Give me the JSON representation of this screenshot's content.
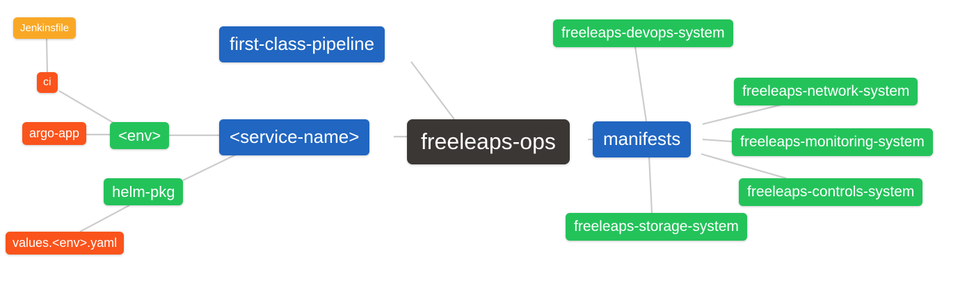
{
  "diagram": {
    "type": "mindmap",
    "title": "freeleaps-ops repository structure mind map",
    "palette": {
      "root": "#3b3734",
      "level1": "#2166c1",
      "level2": "#23c35a",
      "level3": "#fa541c",
      "level4": "#f9a826",
      "edge": "#cccccc",
      "text": "#ffffff",
      "background": "#ffffff"
    },
    "nodes": {
      "root": {
        "label": "freeleaps-ops",
        "depth": 0
      },
      "pipeline": {
        "label": "first-class-pipeline",
        "depth": 1
      },
      "service": {
        "label": "<service-name>",
        "depth": 1
      },
      "manifests": {
        "label": "manifests",
        "depth": 1
      },
      "env": {
        "label": "<env>",
        "depth": 2
      },
      "helmpkg": {
        "label": "helm-pkg",
        "depth": 2
      },
      "devops": {
        "label": "freeleaps-devops-system",
        "depth": 2
      },
      "network": {
        "label": "freeleaps-network-system",
        "depth": 2
      },
      "monitoring": {
        "label": "freeleaps-monitoring-system",
        "depth": 2
      },
      "controls": {
        "label": "freeleaps-controls-system",
        "depth": 2
      },
      "storage": {
        "label": "freeleaps-storage-system",
        "depth": 2
      },
      "ci": {
        "label": "ci",
        "depth": 3
      },
      "argoapp": {
        "label": "argo-app",
        "depth": 3
      },
      "values": {
        "label": "values.<env>.yaml",
        "depth": 3
      },
      "jenkinsfile": {
        "label": "Jenkinsfile",
        "depth": 4
      }
    },
    "edges": [
      {
        "from": "jenkinsfile",
        "to": "ci"
      },
      {
        "from": "ci",
        "to": "env"
      },
      {
        "from": "argoapp",
        "to": "env"
      },
      {
        "from": "env",
        "to": "service"
      },
      {
        "from": "helmpkg",
        "to": "service"
      },
      {
        "from": "values",
        "to": "helmpkg"
      },
      {
        "from": "pipeline",
        "to": "root"
      },
      {
        "from": "service",
        "to": "root"
      },
      {
        "from": "root",
        "to": "manifests"
      },
      {
        "from": "manifests",
        "to": "devops"
      },
      {
        "from": "manifests",
        "to": "network"
      },
      {
        "from": "manifests",
        "to": "monitoring"
      },
      {
        "from": "manifests",
        "to": "controls"
      },
      {
        "from": "manifests",
        "to": "storage"
      }
    ]
  }
}
